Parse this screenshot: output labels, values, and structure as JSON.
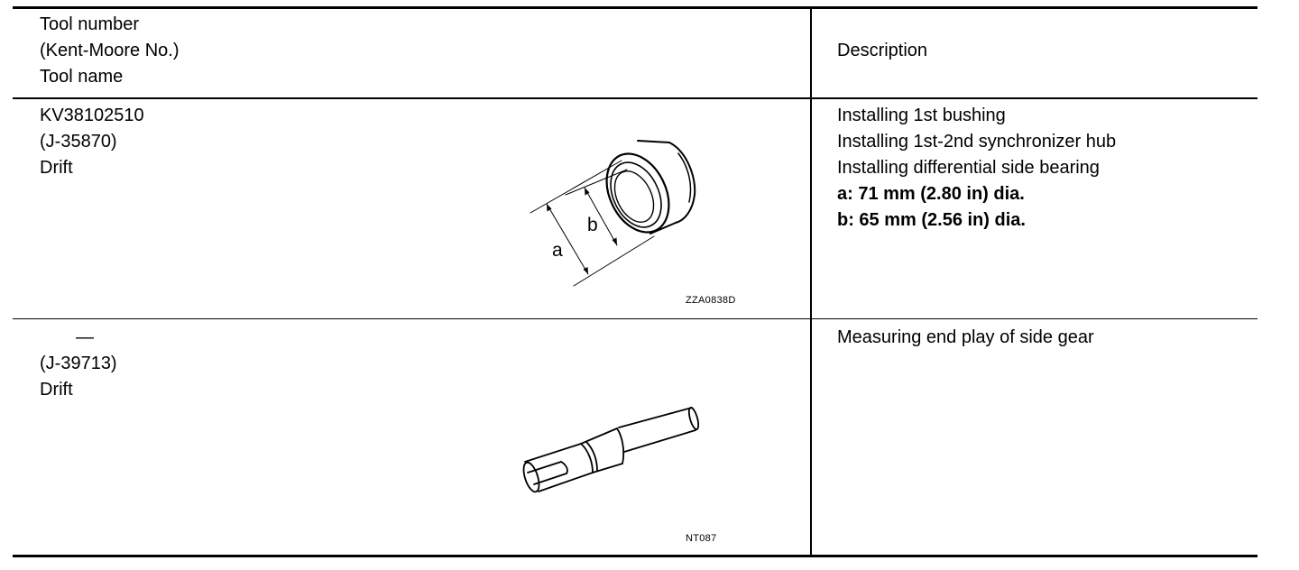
{
  "header": {
    "tool_lines": [
      "Tool number",
      "(Kent-Moore No.)",
      "Tool name"
    ],
    "description": "Description"
  },
  "rows": [
    {
      "tool_number": "KV38102510",
      "kent_moore_no": "(J-35870)",
      "tool_name": "Drift",
      "image_code": "ZZA0838D",
      "image_labels": {
        "a": "a",
        "b": "b"
      },
      "icon": "drift-bushing-illustration",
      "description_lines": [
        "Installing 1st bushing",
        "Installing 1st-2nd synchronizer hub",
        "Installing differential side bearing"
      ],
      "spec_lines": [
        "a: 71 mm (2.80 in) dia.",
        "b: 65 mm (2.56 in) dia."
      ]
    },
    {
      "tool_number": "—",
      "kent_moore_no": "(J-39713)",
      "tool_name": "Drift",
      "image_code": "NT087",
      "icon": "drift-pin-illustration",
      "description_lines": [
        "Measuring end play of side gear"
      ]
    }
  ]
}
